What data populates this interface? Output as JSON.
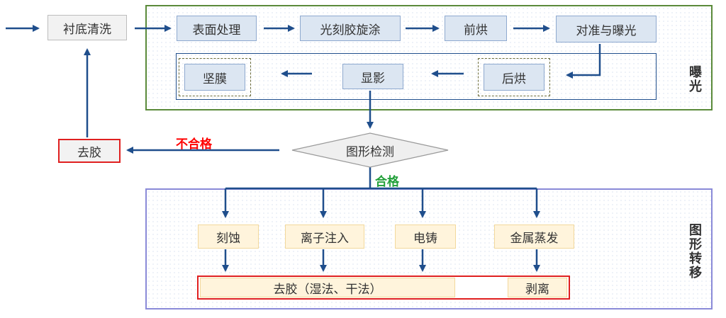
{
  "nodes": {
    "cleaning": "衬底清洗",
    "surface": "表面处理",
    "coating": "光刻胶旋涂",
    "prebake": "前烘",
    "align": "对准与曝光",
    "postbake": "后烘",
    "develop": "显影",
    "hardbake": "坚膜",
    "inspect": "图形检测",
    "strip": "去胶",
    "etch": "刻蚀",
    "implant": "离子注入",
    "electroplate": "电铸",
    "metal": "金属蒸发",
    "strip_methods": "去胶（湿法、干法）",
    "liftoff": "剥离"
  },
  "labels": {
    "fail": "不合格",
    "pass": "合格",
    "exposure_group": "曝光",
    "transfer_group": "图形转移"
  },
  "colors": {
    "arrow": "#1f4e8c",
    "fail": "#ff0000",
    "pass": "#22a03a",
    "exposure_border": "#5a8a3a",
    "transfer_border": "#8a8ad8"
  }
}
